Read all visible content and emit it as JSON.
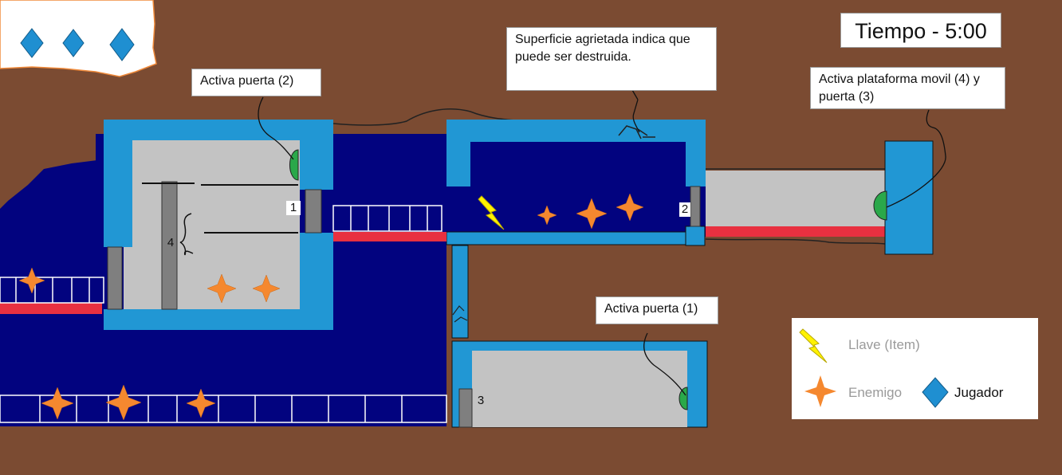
{
  "hud": {
    "timer": "Tiempo - 5:00",
    "lives": [
      {
        "icon": "player-diamond-icon"
      },
      {
        "icon": "player-diamond-icon"
      },
      {
        "icon": "player-diamond-icon"
      }
    ]
  },
  "notes": {
    "door2": "Activa puerta (2)",
    "cracked": "Superficie agrietada indica que puede ser destruida.",
    "platform": "Activa plataforma movil (4) y puerta (3)",
    "door1": "Activa puerta (1)"
  },
  "labels": {
    "door1": "1",
    "door2": "2",
    "door3": "3",
    "platform4": "4"
  },
  "legend": {
    "key": "Llave (Item)",
    "enemy": "Enemigo",
    "player": "Jugador"
  },
  "colors": {
    "ground": "#7b4b32",
    "water": "#02037f",
    "wall": "#2197d4",
    "room": "#c3c3c3",
    "laser": "#e83040",
    "enemy": "#f5882f",
    "key": "#fff200",
    "switch": "#2aa84a"
  }
}
